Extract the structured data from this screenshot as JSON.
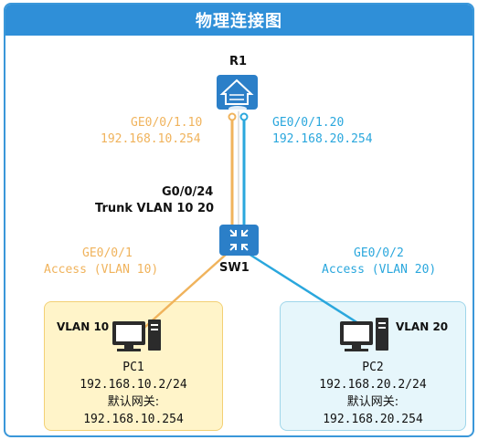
{
  "title": "物理连接图",
  "router": {
    "name": "R1",
    "if_left": "GE0/0/1.10",
    "ip_left": "192.168.10.254",
    "if_right": "GE0/0/1.20",
    "ip_right": "192.168.20.254"
  },
  "switch": {
    "name": "SW1",
    "uplink_port": "G0/0/24",
    "uplink_mode": "Trunk VLAN 10 20",
    "left_port": "GE0/0/1",
    "left_mode": "Access (VLAN 10)",
    "right_port": "GE0/0/2",
    "right_mode": "Access (VLAN 20)"
  },
  "pc1": {
    "vlan": "VLAN 10",
    "name": "PC1",
    "ip": "192.168.10.2/24",
    "gw_label": "默认网关:",
    "gw": "192.168.10.254"
  },
  "pc2": {
    "vlan": "VLAN 20",
    "name": "PC2",
    "ip": "192.168.20.2/24",
    "gw_label": "默认网关:",
    "gw": "192.168.20.254"
  },
  "colors": {
    "vlan10": "#f0b35c",
    "vlan20": "#2aa7dd",
    "device": "#2b7fc8",
    "title_bar": "#2f8fd8"
  }
}
